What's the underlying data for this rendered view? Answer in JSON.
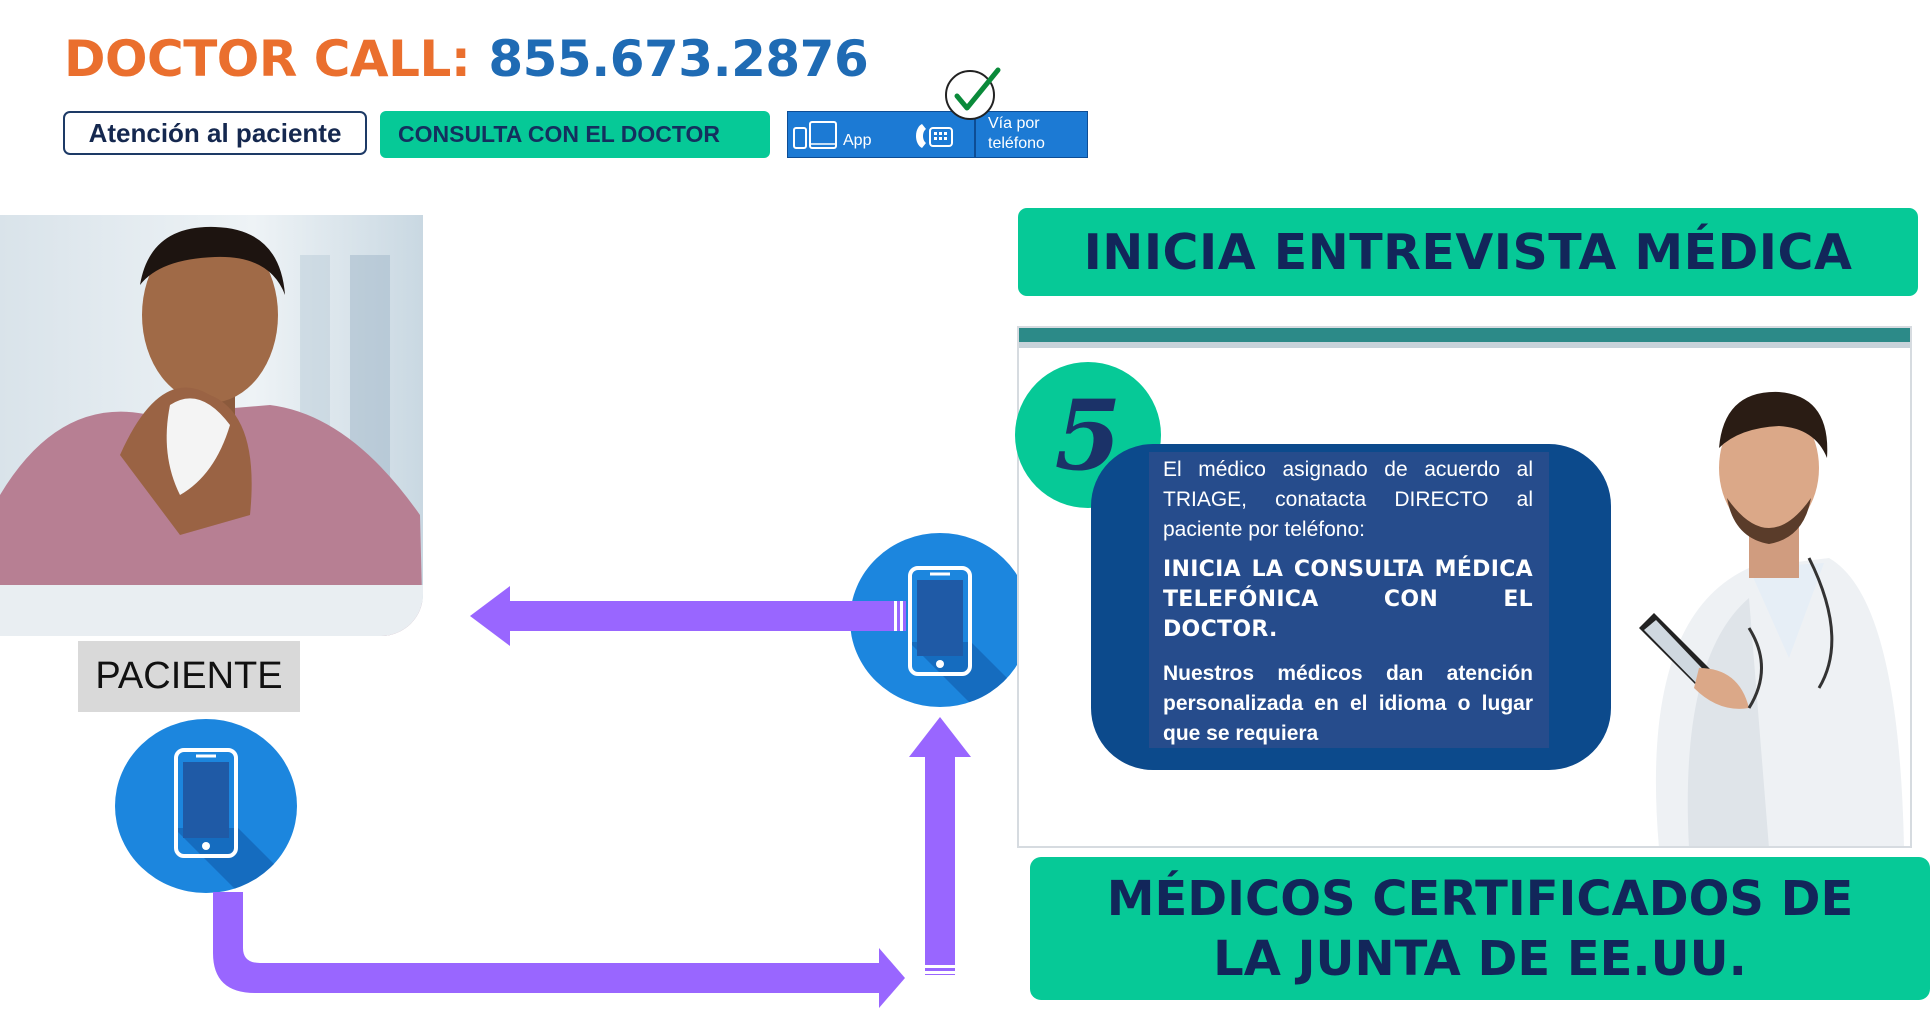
{
  "header": {
    "label": "DOCTOR CALL",
    "separator": ":",
    "phone": "855.673.2876"
  },
  "badges": {
    "patient_care": "Atención al paciente",
    "doctor_consult": "CONSULTA CON EL DOCTOR"
  },
  "channels": {
    "app": "App",
    "phone": "Vía por teléfono"
  },
  "patient": {
    "label": "PACIENTE"
  },
  "banners": {
    "top": "INICIA ENTREVISTA MÉDICA",
    "bottom_line1": "MÉDICOS CERTIFICADOS DE",
    "bottom_line2": "LA JUNTA DE EE.UU."
  },
  "step": {
    "number": "5",
    "paragraph1": "El médico asignado de acuerdo al TRIAGE, conatacta DIRECTO al paciente por teléfono:",
    "paragraph2": "INICIA LA CONSULTA MÉDICA TELEFÓNICA CON EL DOCTOR.",
    "paragraph3": "Nuestros médicos dan atención personalizada en el idioma o lugar que se requiera"
  },
  "colors": {
    "orange": "#ea6f2e",
    "blue": "#1f6bb4",
    "teal": "#06c997",
    "navy": "#12265a",
    "arrow": "#9966ff",
    "phone_circle": "#1c86de"
  }
}
